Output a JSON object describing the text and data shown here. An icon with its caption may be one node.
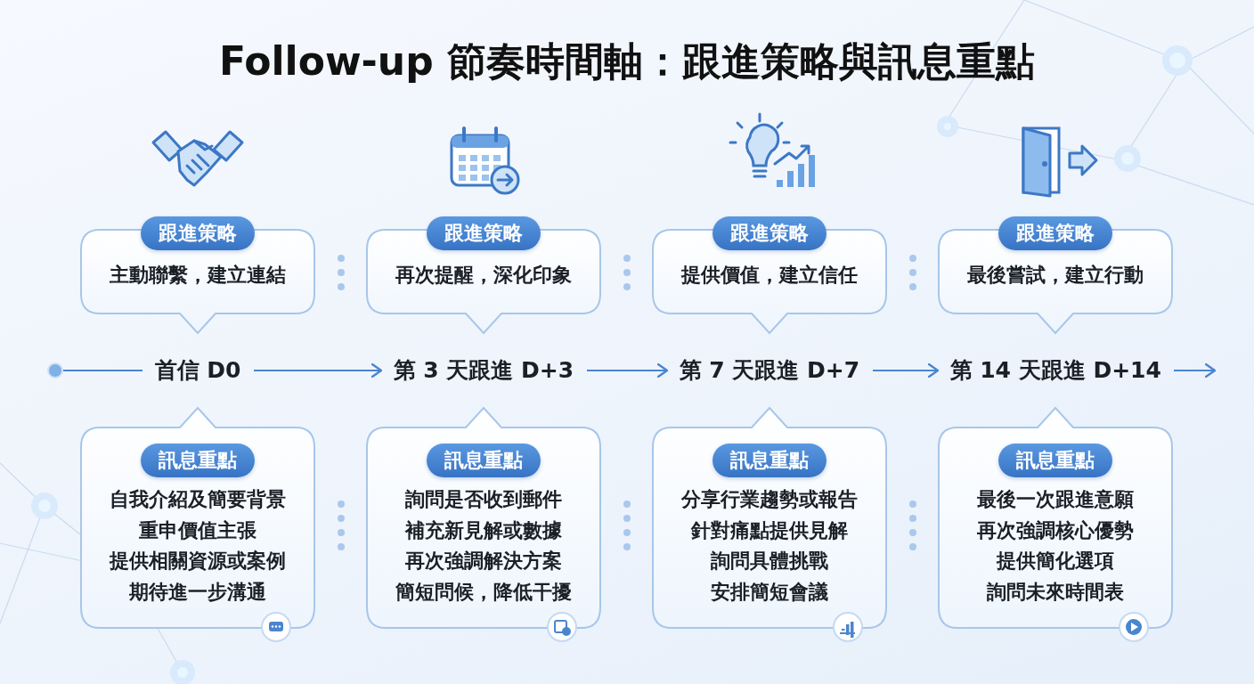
{
  "diagram": {
    "title": "Follow-up 節奏時間軸：跟進策略與訊息重點",
    "nodes": [
      {
        "text": [
          "跟進策略",
          "主動聯繫，建立連結"
        ]
      },
      {
        "text": [
          "跟進策略",
          "再次提醒，深化印象"
        ]
      },
      {
        "text": [
          "跟進策略",
          "提供價值，建立信任"
        ]
      },
      {
        "text": [
          "跟進策略",
          "最後嘗試，建立行動"
        ]
      },
      {
        "text": [],
        "shape": "circle"
      },
      {
        "text": [
          "首信 D0"
        ]
      },
      {
        "text": [
          "第 3 天跟進 D+3"
        ]
      },
      {
        "text": [
          "第 7 天跟進 D+7"
        ]
      },
      {
        "text": [
          "第 14 天跟進 D+14"
        ]
      },
      {
        "text": [
          "訊息重點",
          "自我介紹及簡要背景",
          "重申價值主張",
          "提供相關資源或案例",
          "期待進一步溝通"
        ]
      },
      {
        "text": [
          "訊息重點",
          "詢問是否收到郵件",
          "補充新見解或數據",
          "再次強調解決方案",
          "簡短問候，降低干擾"
        ]
      },
      {
        "text": [
          "訊息重點",
          "分享行業趨勢或報告",
          "針對痛點提供見解",
          "詢問具體挑戰",
          "安排簡短會議"
        ]
      },
      {
        "text": [
          "訊息重點",
          "最後一次跟進意願",
          "再次強調核心優勢",
          "提供簡化選項",
          "詢問未來時間表"
        ]
      }
    ],
    "edges": [
      {
        "from": 4,
        "to": 5,
        "arrow": "none"
      },
      {
        "from": 5,
        "to": 6,
        "arrow": "to"
      },
      {
        "from": 6,
        "to": 7,
        "arrow": "to"
      },
      {
        "from": 7,
        "to": 8,
        "arrow": "to"
      },
      {
        "from": 8,
        "to": null,
        "arrow": "to"
      }
    ]
  }
}
